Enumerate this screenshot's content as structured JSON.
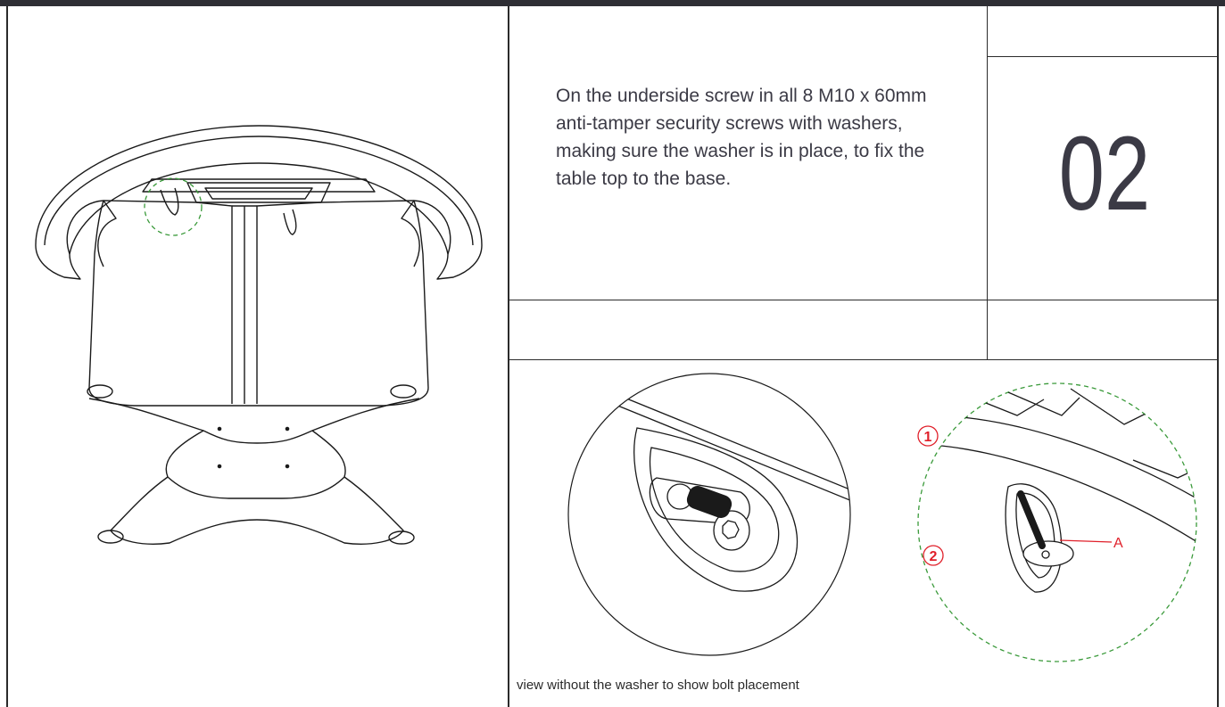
{
  "instruction": {
    "text": "On the underside screw in all 8 M10 x 60mm anti-tamper security screws with washers, making sure the washer is in place, to fix the table top to the base."
  },
  "step": {
    "number": "02"
  },
  "detail": {
    "caption": "view without the washer to show bolt placement",
    "callout_1": "1",
    "callout_2": "2",
    "label_a": "A"
  },
  "colors": {
    "text": "#3b3a45",
    "callout": "#e0202a",
    "highlight_ring": "#3a9a3a",
    "rule": "#2b2b2b"
  }
}
